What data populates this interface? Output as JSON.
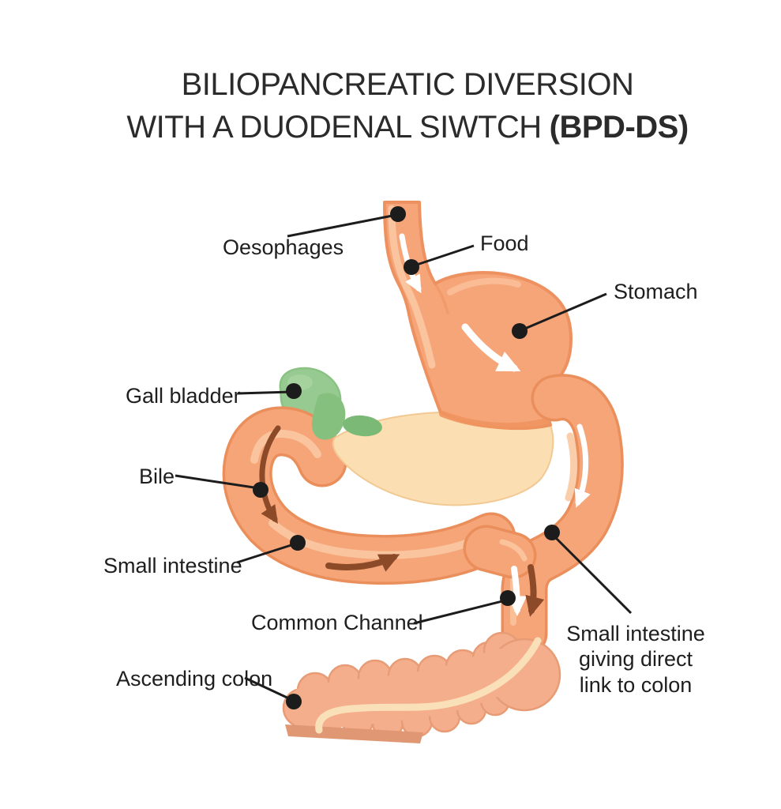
{
  "title": {
    "line1": "BILIOPANCREATIC DIVERSION",
    "line2": "WITH A DUODENAL SIWTCH",
    "line2_bold": "(BPD-DS)"
  },
  "labels": {
    "oesophages": "Oesophages",
    "food": "Food",
    "stomach": "Stomach",
    "gall_bladder": "Gall bladder",
    "bile": "Bile",
    "small_intestine": "Small intestine",
    "common_channel": "Common Channel",
    "ascending_colon": "Ascending colon",
    "intestine_link_1": "Small intestine",
    "intestine_link_2": "giving direct",
    "intestine_link_3": "link to colon"
  },
  "icons": {
    "food_flow": "white-arrow",
    "bile_flow": "brown-arrow",
    "label_marker": "black-dot-with-leader-line"
  },
  "colors": {
    "background": "#ffffff",
    "organ_fill": "#f6a578",
    "organ_outline": "#ea8e5b",
    "organ_highlight": "#fac8a2",
    "stomach_remnant": "#fbdfb2",
    "gall_bladder": "#97ca90",
    "gall_bladder_dark": "#7bb976",
    "colon": "#f5ae8c",
    "colon_edge": "#e79c76",
    "colon_cut_edge": "#df9873",
    "colon_inner_line": "#fae0b8",
    "food_arrow": "#ffffff",
    "bile_arrow": "#8c4a28",
    "text": "#1e1e1e",
    "leader_line": "#1c1c1c"
  }
}
